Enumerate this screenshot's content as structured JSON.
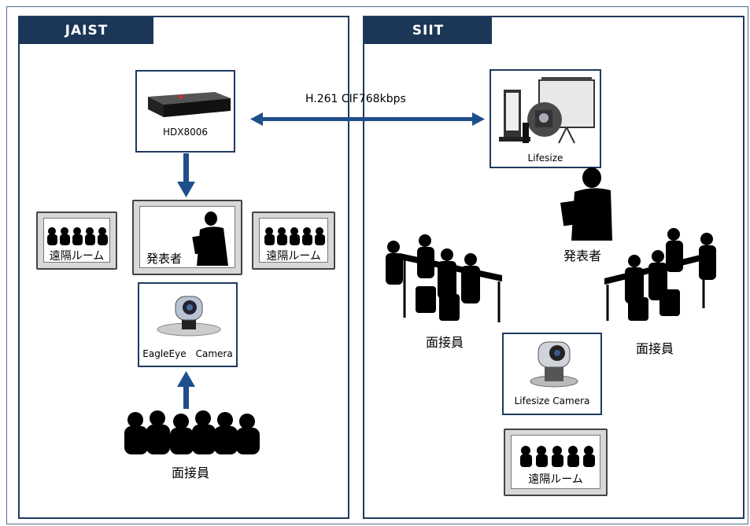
{
  "left_panel": {
    "title": "JAIST",
    "codec_label": "HDX8006",
    "left_monitor_label": "遠隔ルーム",
    "center_monitor_label": "発表者",
    "right_monitor_label": "遠隔ルーム",
    "camera_label": "EagleEye　Camera",
    "audience_label": "面接員"
  },
  "right_panel": {
    "title": "SIIT",
    "codec_label": "Lifesize",
    "presenter_label": "発表者",
    "left_group_label": "面接員",
    "right_group_label": "面接員",
    "camera_label": "Lifesize Camera",
    "monitor_label": "遠隔ルーム"
  },
  "link_label": "H.261 CIF768kbps",
  "colors": {
    "border": "#1f3a5f",
    "tag_bg": "#1c3658",
    "arrow": "#1e4e8c"
  }
}
